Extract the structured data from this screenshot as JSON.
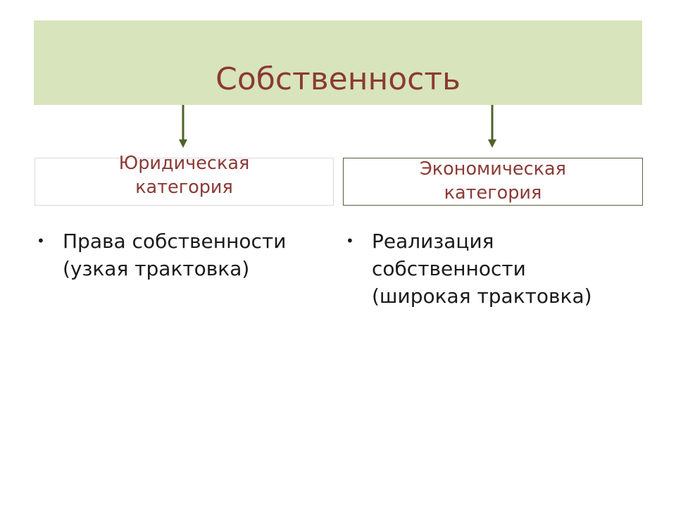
{
  "title": "Собственность",
  "left": {
    "category_line1": "Юридическая",
    "category_line2": "категория",
    "bullet_line1": "Права собственности",
    "bullet_line2": "(узкая трактовка)"
  },
  "right": {
    "category_line1": "Экономическая",
    "category_line2": "категория",
    "bullet_line1": "Реализация",
    "bullet_line2": "собственности",
    "bullet_line3": "(широкая трактовка)"
  },
  "bullet_symbol": "•",
  "colors": {
    "title_fill": "#d8e4bc",
    "heading_text": "#8b3a35",
    "arrow": "#4f6228",
    "body_text": "#1a1a1a"
  }
}
